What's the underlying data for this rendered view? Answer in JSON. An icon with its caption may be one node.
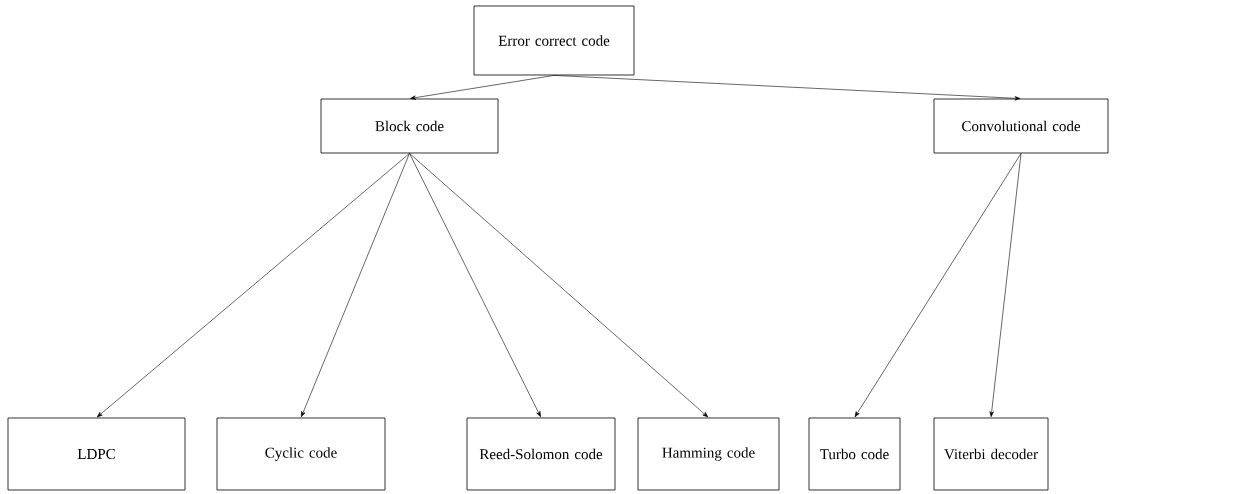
{
  "diagram": {
    "nodes": [
      {
        "text": [
          "Error correct code"
        ]
      },
      {
        "text": [
          "Block code"
        ]
      },
      {
        "text": [
          "Convolutional code"
        ]
      },
      {
        "text": [
          "LDPC"
        ]
      },
      {
        "text": [
          "Cyclic code"
        ]
      },
      {
        "text": [
          "Reed-Solomon code"
        ]
      },
      {
        "text": [
          "Hamming code"
        ]
      },
      {
        "text": [
          "Turbo code"
        ]
      },
      {
        "text": [
          "Viterbi decoder"
        ]
      }
    ],
    "edges": [
      {
        "from": 0,
        "to": 1,
        "arrow": "to"
      },
      {
        "from": 0,
        "to": 2,
        "arrow": "to"
      },
      {
        "from": 1,
        "to": 3,
        "arrow": "to"
      },
      {
        "from": 1,
        "to": 4,
        "arrow": "to"
      },
      {
        "from": 1,
        "to": 5,
        "arrow": "to"
      },
      {
        "from": 1,
        "to": 6,
        "arrow": "to"
      },
      {
        "from": 2,
        "to": 7,
        "arrow": "to"
      },
      {
        "from": 2,
        "to": 8,
        "arrow": "to"
      }
    ]
  }
}
